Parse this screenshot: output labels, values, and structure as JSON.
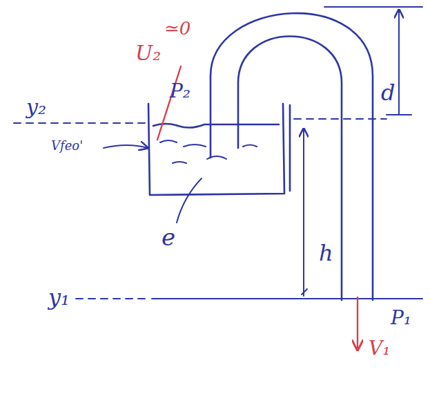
{
  "diagram": {
    "labels": [
      "U₂",
      "≃0",
      "P₂",
      "y₂",
      "Vfeo'",
      "e",
      "h",
      "d",
      "y₁",
      "P₁",
      "V₁"
    ]
  }
}
